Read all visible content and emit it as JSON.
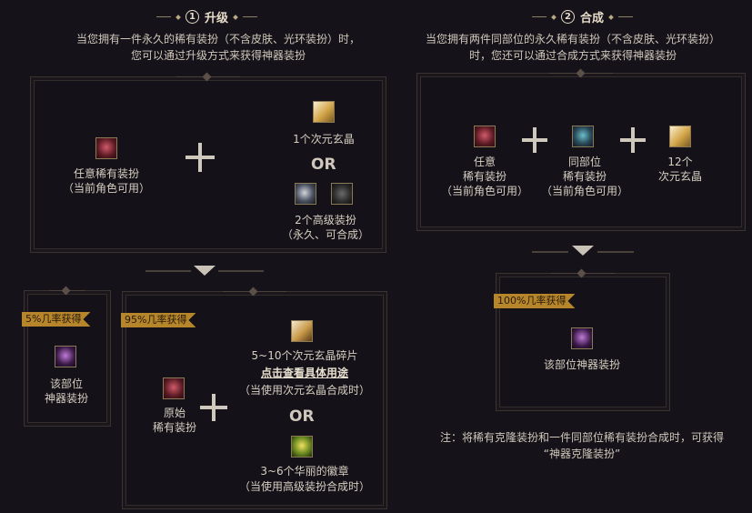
{
  "section1": {
    "num": "1",
    "title": "升级",
    "desc1": "当您拥有一件永久的稀有装扮（不含皮肤、光环装扮）时，",
    "desc2": "您可以通过升级方式来获得神器装扮",
    "item_any": "任意稀有装扮",
    "item_any_sub": "（当前角色可用）",
    "crystal1": "1个次元玄晶",
    "or": "OR",
    "adv_items": "2个高级装扮",
    "adv_items_sub": "（永久、可合成）",
    "ribbon_small": "5%几率获得",
    "result_small_1": "该部位",
    "result_small_2": "神器装扮",
    "ribbon_big": "95%几率获得",
    "orig_1": "原始",
    "orig_2": "稀有装扮",
    "frag": "5~10个次元玄晶碎片",
    "frag_link": "点击查看具体用途",
    "frag_sub": "（当使用次元玄晶合成时）",
    "or2": "OR",
    "badge": "3~6个华丽的徽章",
    "badge_sub": "（当使用高级装扮合成时）"
  },
  "section2": {
    "num": "2",
    "title": "合成",
    "desc1": "当您拥有两件同部位的永久稀有装扮（不含皮肤、光环装扮）",
    "desc2": "时，您还可以通过合成方式来获得神器装扮",
    "a1": "任意",
    "a2": "稀有装扮",
    "a3": "（当前角色可用）",
    "b1": "同部位",
    "b2": "稀有装扮",
    "b3": "（当前角色可用）",
    "c1": "12个",
    "c2": "次元玄晶",
    "ribbon": "100%几率获得",
    "result": "该部位神器装扮",
    "note1": "注：将稀有克隆装扮和一件同部位稀有装扮合成时，可获得",
    "note2": "“神器克隆装扮”"
  },
  "colors": {
    "bg": "#15121a",
    "ribbon": "#b8862a",
    "icon_border": "#8a7a58"
  }
}
